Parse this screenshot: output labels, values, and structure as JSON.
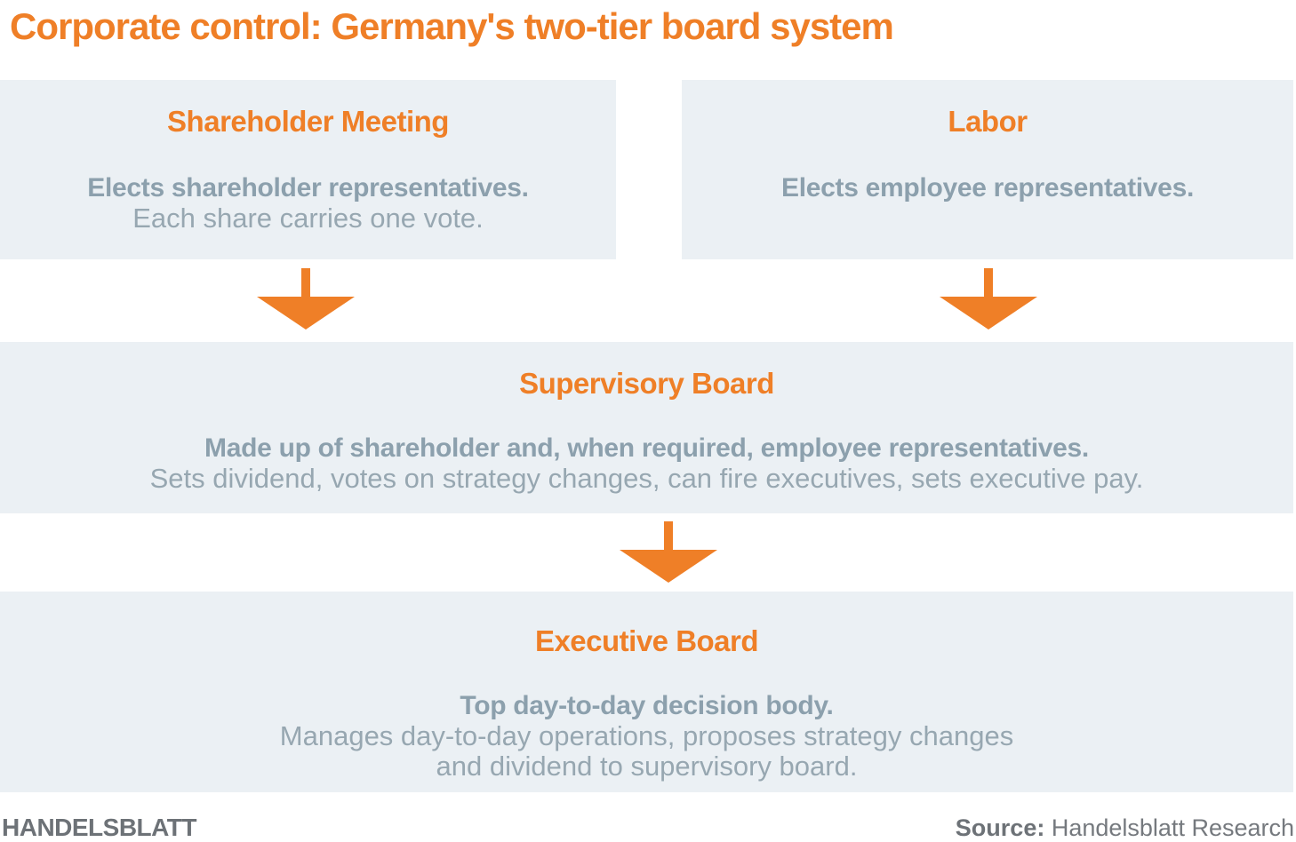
{
  "title": "Corporate control: Germany's two-tier board system",
  "colors": {
    "orange": "#EF7F27",
    "box_bg": "#EBF0F4",
    "text_bold": "#8CA0AD",
    "text_light": "#97A7B1",
    "footer_dark": "#6D7277",
    "footer_mid": "#75797E",
    "page_bg": "#FFFFFF"
  },
  "boxes": {
    "shareholder": {
      "heading": "Shareholder Meeting",
      "bold_text": "Elects shareholder representatives.",
      "text": "Each share carries one vote."
    },
    "labor": {
      "heading": "Labor",
      "bold_text": "Elects employee representatives."
    },
    "supervisory": {
      "heading": "Supervisory Board",
      "bold_text": "Made up of shareholder and, when required, employee representatives.",
      "text": "Sets dividend, votes on strategy changes, can fire executives, sets executive pay."
    },
    "executive": {
      "heading": "Executive Board",
      "bold_text": "Top day-to-day decision body.",
      "text_lines": [
        "Manages day-to-day operations, proposes strategy changes",
        "and dividend to supervisory board."
      ]
    }
  },
  "footer": {
    "brand": "HANDELSBLATT",
    "source_label": "Source:",
    "source_value": "Handelsblatt Research"
  }
}
